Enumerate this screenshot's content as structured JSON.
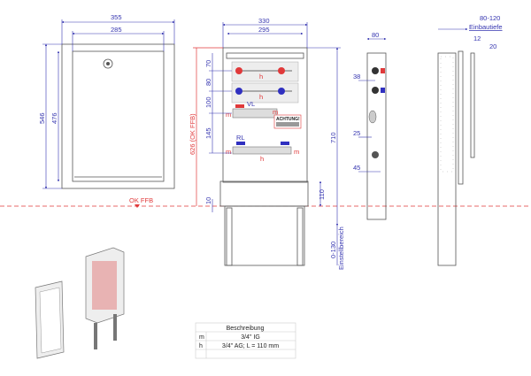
{
  "front_view": {
    "width_outer": "355",
    "width_inner": "285",
    "height_outer": "546",
    "height_inner": "476",
    "floor_label": "OK FFB"
  },
  "center_view": {
    "width_outer": "330",
    "width_inner": "295",
    "vertical_dims": [
      "70",
      "80",
      "100",
      "145"
    ],
    "height_floor": "626 (OK FFB)",
    "height_total": "710",
    "base_height": "110",
    "gap": "10",
    "adjust_range": "0-130",
    "adjust_label": "Einstellbereich",
    "flow_label": "VL",
    "return_label": "RL",
    "marker_m": "m",
    "marker_h": "h",
    "warning": "ACHTUNG!"
  },
  "side_view": {
    "depth": "80",
    "dims": [
      "38",
      "25",
      "45"
    ]
  },
  "rear_view": {
    "install_depth": "80-120",
    "install_label": "Einbautiefe",
    "dim_12": "12",
    "dim_20": "20"
  },
  "legend_table": {
    "title": "Beschreibung",
    "rows": [
      {
        "key": "m",
        "value": "3/4\" IG"
      },
      {
        "key": "h",
        "value": "3/4\" AG; L = 110 mm"
      }
    ]
  },
  "colors": {
    "dimension": "#3535b0",
    "floor_line": "#e0393a",
    "hot": "#e0393a",
    "cold": "#3030c0"
  }
}
